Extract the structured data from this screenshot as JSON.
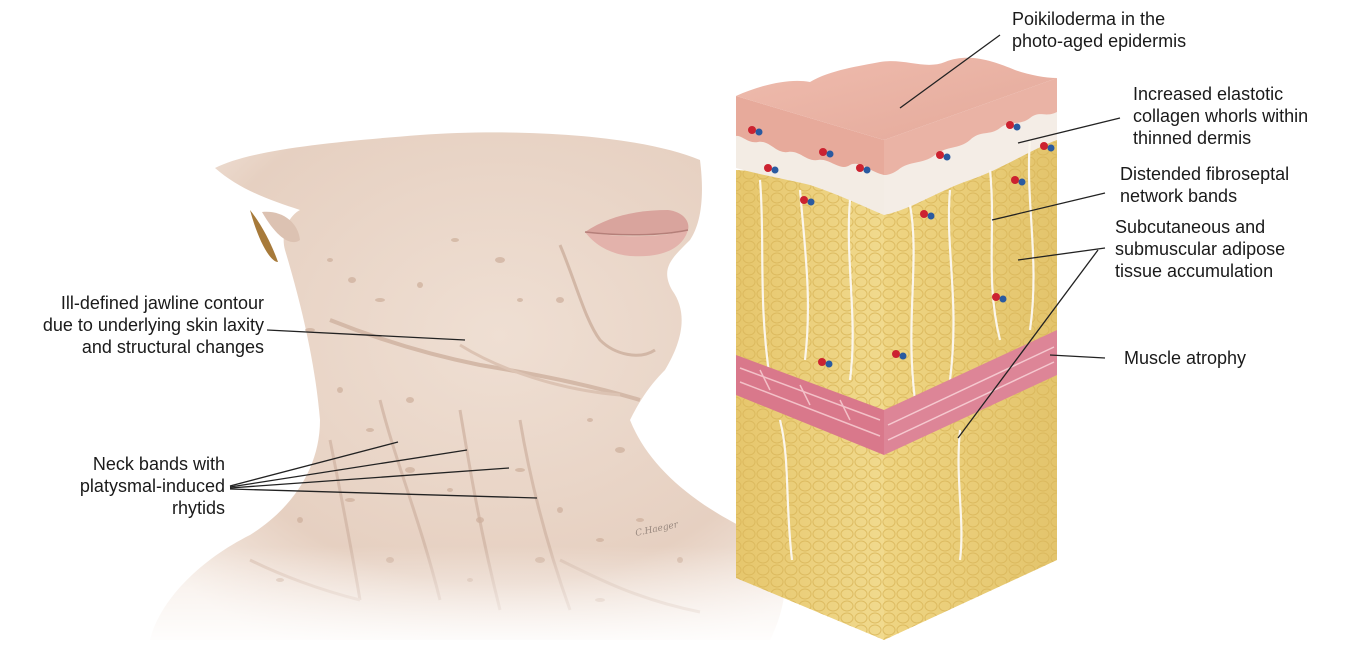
{
  "labels": {
    "poikiloderma": [
      "Poikiloderma in the",
      "photo-aged epidermis"
    ],
    "collagen": [
      "Increased elastotic",
      "collagen whorls within",
      "thinned dermis"
    ],
    "fibroseptal": [
      "Distended fibroseptal",
      "network bands"
    ],
    "adipose": [
      "Subcutaneous and",
      "submuscular adipose",
      "tissue accumulation"
    ],
    "muscle": [
      "Muscle atrophy"
    ],
    "jawline": [
      "Ill-defined jawline contour",
      "due to underlying skin laxity",
      "and structural changes"
    ],
    "neck_bands": [
      "Neck bands with",
      "platysmal-induced",
      "rhytids"
    ]
  },
  "signature": "C.Haeger",
  "colors": {
    "skin": "#ecd9cc",
    "epidermis": "#e9b7aa",
    "dermis": "#f3ece4",
    "fat": "#ecd27c",
    "muscle": "#d97f8f",
    "vessel_red": "#cc2230",
    "vessel_blue": "#2a5aa0"
  }
}
